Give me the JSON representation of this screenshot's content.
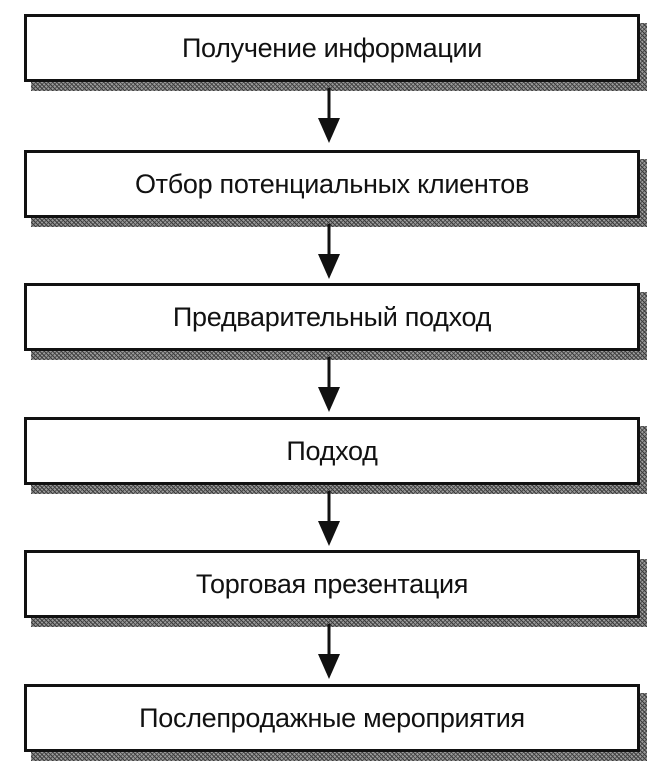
{
  "diagram": {
    "steps": [
      {
        "label": "Получение информации"
      },
      {
        "label": "Отбор потенциальных клиентов"
      },
      {
        "label": "Предварительный подход"
      },
      {
        "label": "Подход"
      },
      {
        "label": "Торговая презентация"
      },
      {
        "label": "Послепродажные мероприятия"
      }
    ]
  },
  "colors": {
    "line": "#111111",
    "background": "#ffffff",
    "shadow": "#9a9a9a"
  }
}
